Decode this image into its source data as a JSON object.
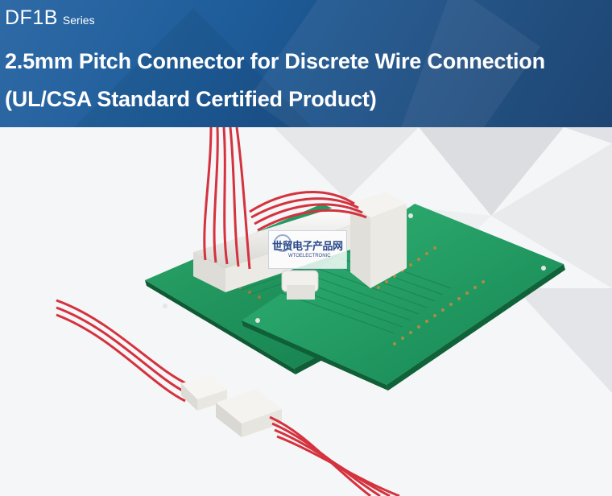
{
  "header": {
    "series_name": "DF1B",
    "series_suffix": "Series",
    "title_line1": "2.5mm Pitch Connector for Discrete Wire Connection",
    "title_line2": "(UL/CSA Standard Certified Product)"
  },
  "watermark": {
    "text_cn": "世贸电子产品网",
    "text_en": "WTOELECTRONIC"
  },
  "colors": {
    "banner_blue": "#1e5d9a",
    "pcb_green": "#1f8f5a",
    "wire_red": "#d4323e",
    "connector_white": "#efeeea"
  }
}
